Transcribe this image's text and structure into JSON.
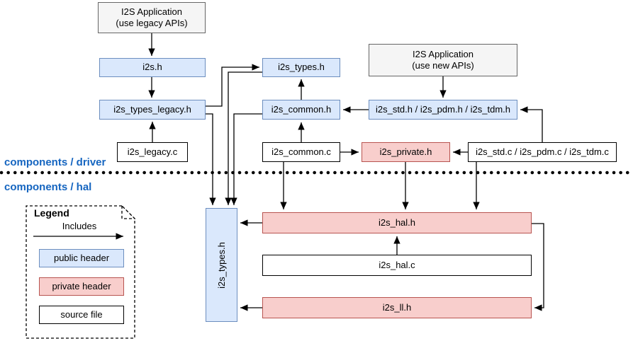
{
  "layers": {
    "driver": "components / driver",
    "hal": "components / hal"
  },
  "nodes": {
    "app_legacy_line1": "I2S Application",
    "app_legacy_line2": "(use legacy APIs)",
    "app_new_line1": "I2S Application",
    "app_new_line2": "(use new APIs)",
    "i2s_h": "i2s.h",
    "i2s_types_h": "i2s_types.h",
    "i2s_types_legacy_h": "i2s_types_legacy.h",
    "i2s_common_h": "i2s_common.h",
    "i2s_std_pdm_tdm_h": "i2s_std.h / i2s_pdm.h / i2s_tdm.h",
    "i2s_legacy_c": "i2s_legacy.c",
    "i2s_common_c": "i2s_common.c",
    "i2s_private_h": "i2s_private.h",
    "i2s_std_pdm_tdm_c": "i2s_std.c / i2s_pdm.c / i2s_tdm.c",
    "hal_i2s_types_h": "i2s_types.h",
    "i2s_hal_h": "i2s_hal.h",
    "i2s_hal_c": "i2s_hal.c",
    "i2s_ll_h": "i2s_ll.h"
  },
  "legend": {
    "title": "Legend",
    "includes": "Includes",
    "public_header": "public header",
    "private_header": "private header",
    "source_file": "source file"
  },
  "colors": {
    "public_header_fill": "#dae8fc",
    "public_header_border": "#6c8ebf",
    "private_header_fill": "#f8cecc",
    "private_header_border": "#b85450",
    "application_fill": "#f5f5f5",
    "application_border": "#666666",
    "source_file_fill": "#ffffff",
    "source_file_border": "#000000",
    "layer_label_text": "#1565c0",
    "connector": "#000000"
  }
}
